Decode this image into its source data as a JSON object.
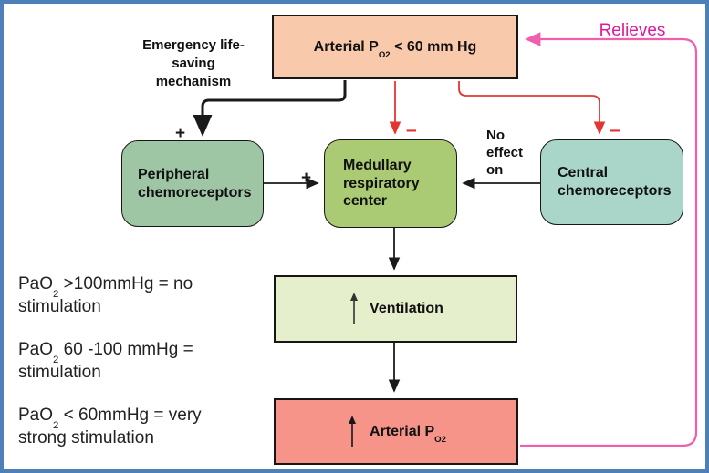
{
  "colors": {
    "frame_blue": "#4d7fb8",
    "black": "#1a1a1a",
    "red": "#e53530",
    "pink": "#f05fad",
    "magenta": "#e3189b",
    "arterial_low_fill": "#f8c9aa",
    "peripheral_fill": "#9fc6a4",
    "medullary_fill": "#abca74",
    "central_fill": "#aad5c9",
    "ventilation_fill": "#e6efcb",
    "arterial_up_fill": "#f6948a"
  },
  "boxes": {
    "arterial_low": {
      "pre": "Arterial P",
      "sub": "O2",
      "post": " < 60 mm Hg"
    },
    "peripheral": {
      "label": "Peripheral chemoreceptors"
    },
    "medullary": {
      "label": "Medullary respiratory center"
    },
    "central": {
      "label": "Central chemoreceptors"
    },
    "ventilation": {
      "label": "Ventilation"
    },
    "arterial_up": {
      "pre": "Arterial P",
      "sub": "O2"
    }
  },
  "labels": {
    "emergency": "Emergency life-saving mechanism",
    "relieves": "Relieves",
    "no_effect": "No effect on",
    "plus_peripheral": "+",
    "plus_medullary": "+",
    "minus_medullary": "–",
    "minus_central": "–"
  },
  "notes": [
    {
      "pre": "PaO",
      "sub": "2",
      "post": " >100mmHg = no stimulation"
    },
    {
      "pre": "PaO",
      "sub": "2",
      "post": " 60 -100 mmHg = stimulation"
    },
    {
      "pre": "PaO",
      "sub": "2",
      "post": " < 60mmHg = very strong stimulation"
    }
  ]
}
